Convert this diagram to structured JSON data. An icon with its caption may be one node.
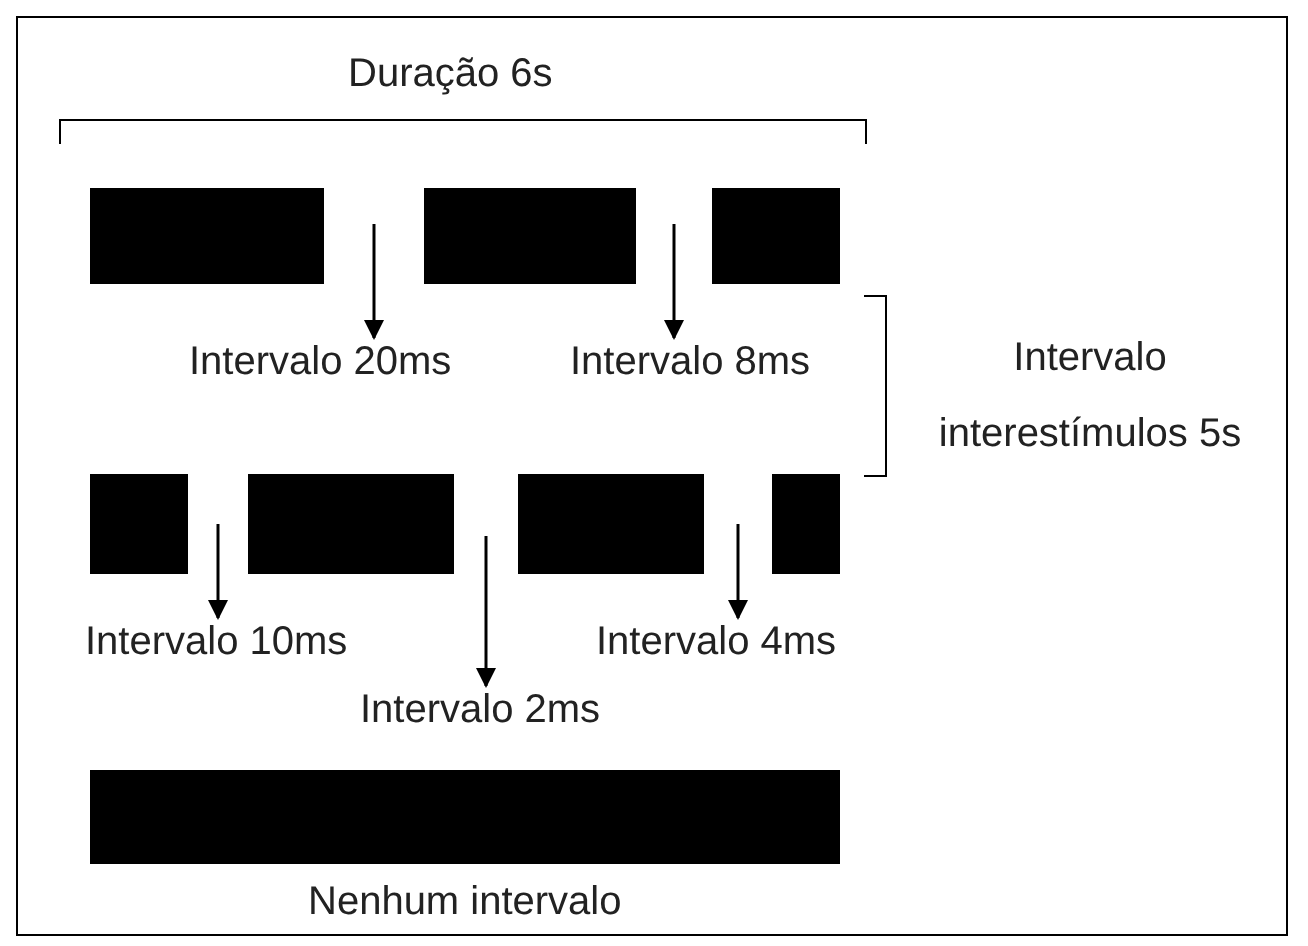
{
  "diagram": {
    "nodes": [
      {
        "text": [],
        "shape": "bar"
      },
      {
        "text": [],
        "shape": "bar"
      },
      {
        "text": [],
        "shape": "bar"
      },
      {
        "text": [],
        "shape": "bar"
      },
      {
        "text": [],
        "shape": "bar"
      },
      {
        "text": [],
        "shape": "bar"
      },
      {
        "text": [],
        "shape": "bar"
      },
      {
        "text": [],
        "shape": "bar",
        "beside": [
          "Nenhum intervalo"
        ]
      },
      {
        "text": [
          "Intervalo 20ms"
        ]
      },
      {
        "text": [
          "Intervalo 8ms"
        ]
      },
      {
        "text": [
          "Intervalo 10ms"
        ]
      },
      {
        "text": [
          "Intervalo 2ms"
        ]
      },
      {
        "text": [
          "Intervalo 4ms"
        ]
      }
    ],
    "edges": [
      {
        "from": null,
        "to": 8,
        "arrow": "to"
      },
      {
        "from": null,
        "to": 9,
        "arrow": "to"
      },
      {
        "from": null,
        "to": 10,
        "arrow": "to"
      },
      {
        "from": null,
        "to": 11,
        "arrow": "to"
      },
      {
        "from": null,
        "to": 12,
        "arrow": "to"
      }
    ],
    "labels": [
      "Duração 6s",
      "Intervalo interestímulos 5s"
    ]
  }
}
